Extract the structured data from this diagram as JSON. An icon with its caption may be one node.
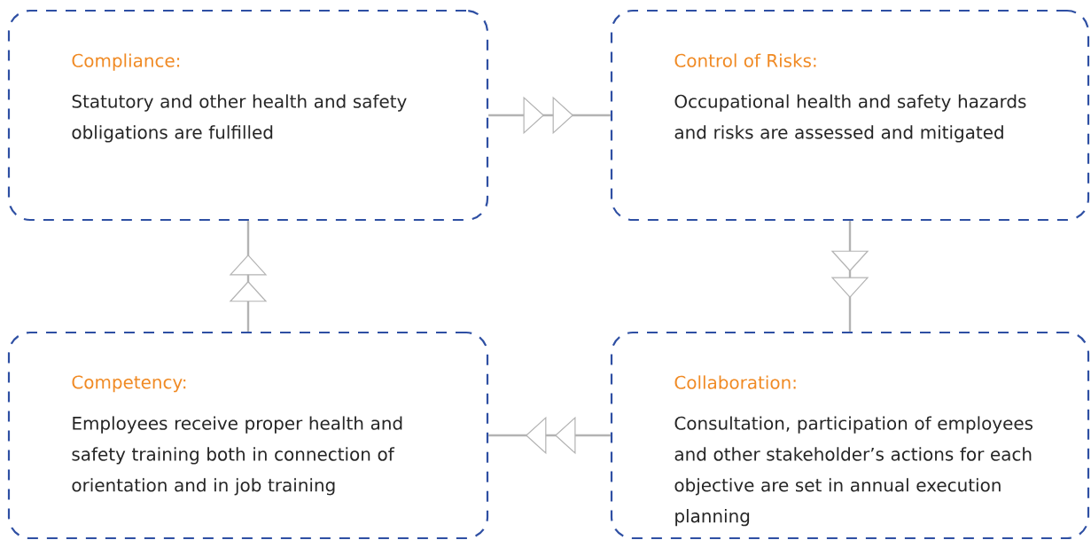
{
  "diagram": {
    "nodes": [
      {
        "text": [
          "Compliance:",
          "Statutory and other health and safety obligations are fulfilled"
        ]
      },
      {
        "text": [
          "Control of Risks:",
          "Occupational health and safety hazards and risks are assessed and mitigated"
        ]
      },
      {
        "text": [
          "Competency:",
          "Employees receive proper health and safety training both in connection of orientation and in job training"
        ]
      },
      {
        "text": [
          "Collaboration:",
          "Consultation, participation of employees and other stakeholder’s actions for each objective are set in annual execution planning"
        ]
      }
    ],
    "edges": [
      {
        "from": 0,
        "to": 1,
        "arrow": "to"
      },
      {
        "from": 1,
        "to": 3,
        "arrow": "to"
      },
      {
        "from": 3,
        "to": 2,
        "arrow": "to"
      },
      {
        "from": 2,
        "to": 0,
        "arrow": "to"
      }
    ]
  }
}
